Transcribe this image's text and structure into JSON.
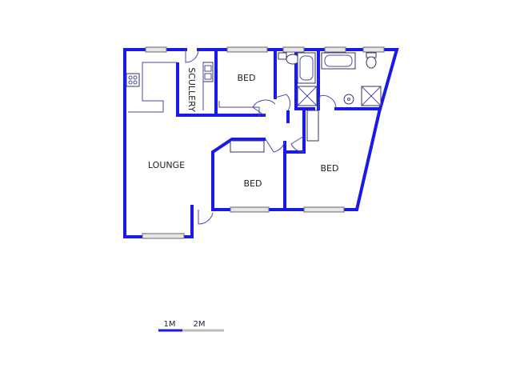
{
  "plan": {
    "colors": {
      "wall": "#1a1ae6",
      "line": "#4a4aa8",
      "window": "#e6e6e6"
    },
    "rooms": {
      "lounge": "LOUNGE",
      "scullery": "SCULLERY",
      "bed_top": "BED",
      "bed_middle": "BED",
      "bed_right": "BED"
    },
    "scale": {
      "label_1": "1M",
      "label_2": "2M"
    }
  }
}
